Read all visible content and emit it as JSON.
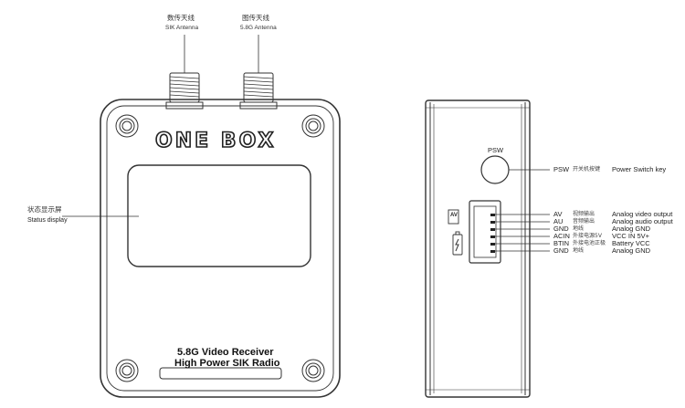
{
  "antennas": {
    "data": {
      "cn": "数传天线",
      "en": "SIK Antenna"
    },
    "video": {
      "cn": "图传天线",
      "en": "5.8G Antenna"
    }
  },
  "device": {
    "logo": "ONE BOX",
    "plate_line1": "5.8G Video Receiver",
    "plate_line2": "High Power SIK Radio"
  },
  "status_display": {
    "cn": "状态显示屏",
    "en": "Status display"
  },
  "side": {
    "psw_label": "PSW",
    "power": {
      "pin": "PSW",
      "cn": "开关机按键",
      "en": "Power Switch key"
    },
    "av_badge": "AV",
    "pins": [
      {
        "pin": "AV",
        "cn": "视频输出",
        "en": "Analog video output"
      },
      {
        "pin": "AU",
        "cn": "音频输出",
        "en": "Analog audio output"
      },
      {
        "pin": "GND",
        "cn": "地线",
        "en": "Analog GND"
      },
      {
        "pin": "ACIN",
        "cn": "外接电源5V",
        "en": "VCC IN 5V+"
      },
      {
        "pin": "BTIN",
        "cn": "外接电池正极",
        "en": "Battery VCC"
      },
      {
        "pin": "GND",
        "cn": "地线",
        "en": "Analog GND"
      }
    ]
  }
}
